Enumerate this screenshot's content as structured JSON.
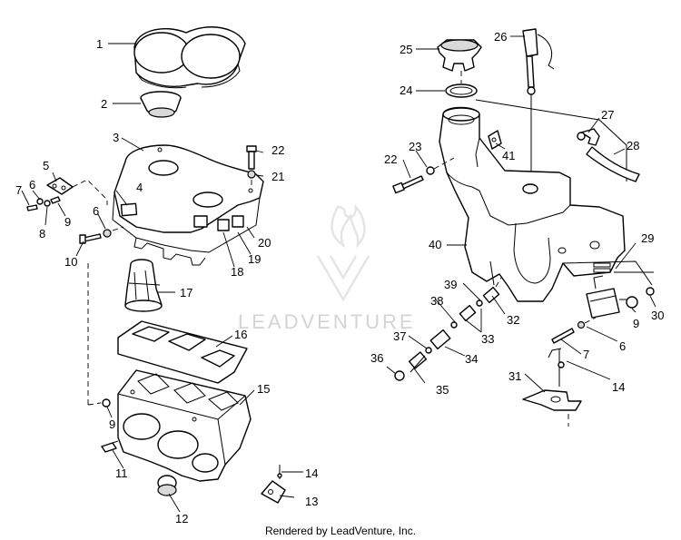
{
  "watermark": {
    "text": "LEADVENTURE"
  },
  "footer": {
    "credit": "Rendered by LeadVenture, Inc."
  },
  "callouts": [
    {
      "num": "1"
    },
    {
      "num": "2"
    },
    {
      "num": "3"
    },
    {
      "num": "4"
    },
    {
      "num": "5"
    },
    {
      "num": "6"
    },
    {
      "num": "7"
    },
    {
      "num": "8"
    },
    {
      "num": "9"
    },
    {
      "num": "10"
    },
    {
      "num": "6"
    },
    {
      "num": "9"
    },
    {
      "num": "11"
    },
    {
      "num": "12"
    },
    {
      "num": "13"
    },
    {
      "num": "14"
    },
    {
      "num": "15"
    },
    {
      "num": "16"
    },
    {
      "num": "17"
    },
    {
      "num": "18"
    },
    {
      "num": "19"
    },
    {
      "num": "20"
    },
    {
      "num": "21"
    },
    {
      "num": "22"
    },
    {
      "num": "22"
    },
    {
      "num": "23"
    },
    {
      "num": "24"
    },
    {
      "num": "25"
    },
    {
      "num": "26"
    },
    {
      "num": "27"
    },
    {
      "num": "28"
    },
    {
      "num": "29"
    },
    {
      "num": "30"
    },
    {
      "num": "9"
    },
    {
      "num": "6"
    },
    {
      "num": "7"
    },
    {
      "num": "14"
    },
    {
      "num": "31"
    },
    {
      "num": "32"
    },
    {
      "num": "33"
    },
    {
      "num": "34"
    },
    {
      "num": "35"
    },
    {
      "num": "36"
    },
    {
      "num": "37"
    },
    {
      "num": "38"
    },
    {
      "num": "39"
    },
    {
      "num": "40"
    },
    {
      "num": "41"
    }
  ]
}
